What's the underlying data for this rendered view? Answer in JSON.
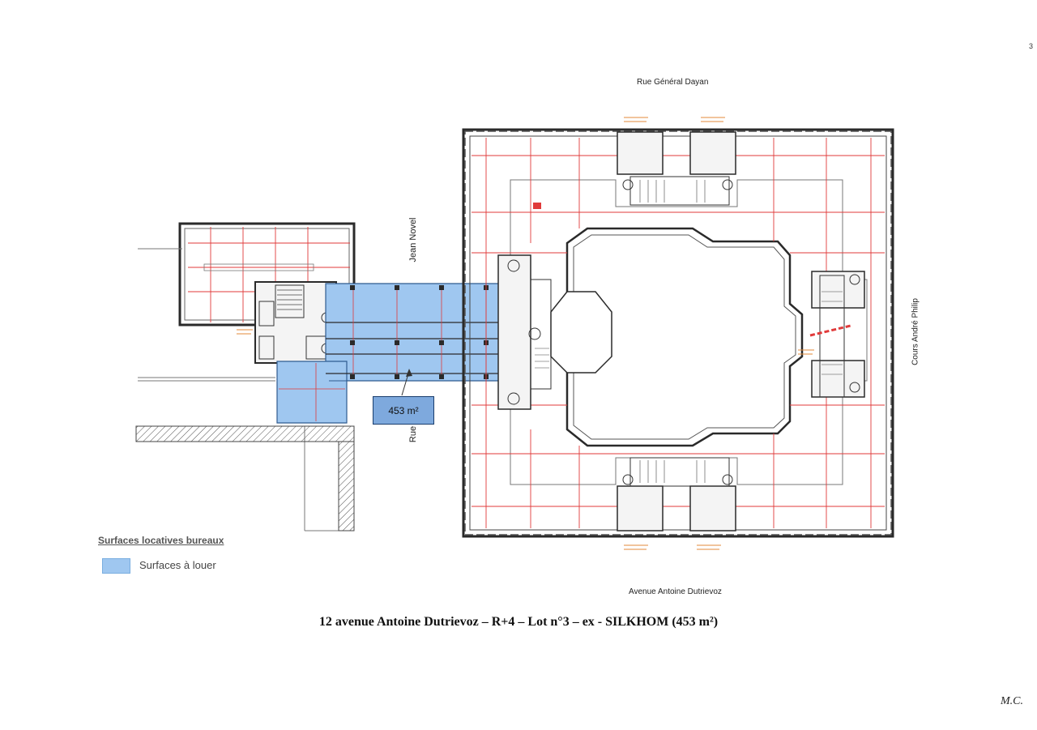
{
  "page_number": "3",
  "streets": {
    "top": "Rue Général Dayan",
    "left_top": "Jean Novel",
    "left_bottom": "Rue",
    "right": "Cours André Philip",
    "bottom": "Avenue Antoine Dutrievoz"
  },
  "area_label": "453 m²",
  "legend": {
    "title": "Surfaces locatives bureaux",
    "items": [
      {
        "label": "Surfaces à louer",
        "color": "#9fc7f0"
      }
    ]
  },
  "caption": "12 avenue Antoine Dutrievoz – R+4 – Lot n°3 – ex - SILKHOM (453 m²)",
  "signature": "M.C.",
  "colors": {
    "rental_blue": "#9fc7f0",
    "grid_red": "#e03a3a",
    "wall_dark": "#2a2a2a"
  }
}
